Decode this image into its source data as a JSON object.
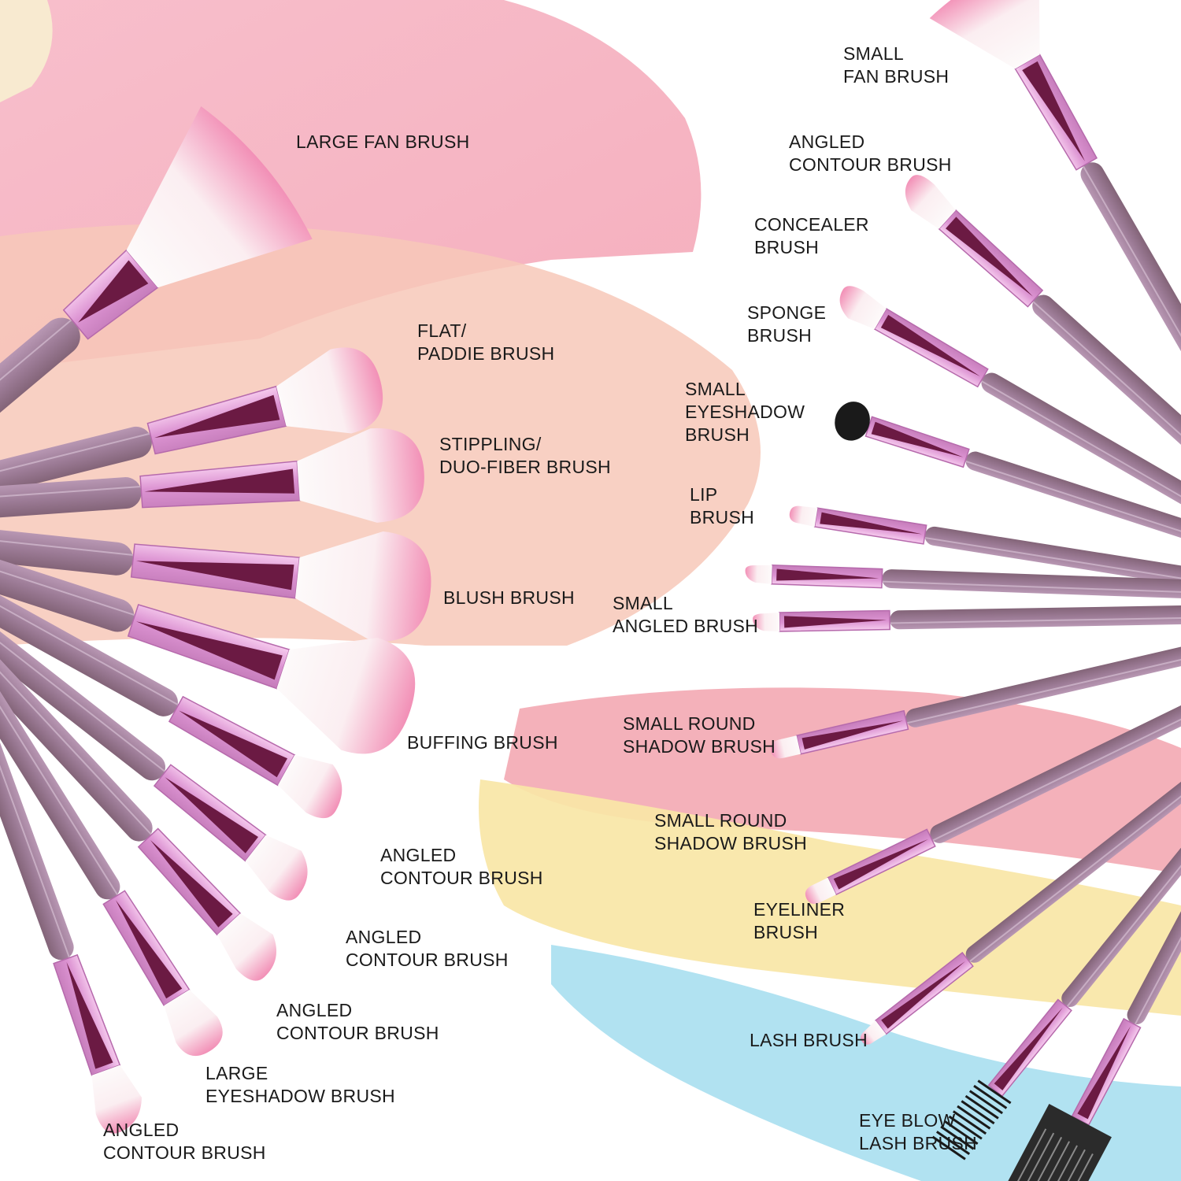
{
  "colors": {
    "background": "#ffffff",
    "handle": "#a07f9a",
    "ferrule": "#e4a6dc",
    "ferrule_dark": "#6b1a43",
    "bristle_white": "#fbf4f4",
    "bristle_pink": "#f28fb6",
    "sponge": "#1a1a1a",
    "label_text": "#1a1a1a",
    "swatch_pink": "#f6b4c2",
    "swatch_peach": "#f7c8b8",
    "swatch_yellow": "#f8e6a6",
    "swatch_blue": "#a9dff0"
  },
  "labels": {
    "large_fan": "LARGE FAN BRUSH",
    "flat_paddle": [
      "FLAT/",
      "PADDIE BRUSH"
    ],
    "stippling": [
      "STIPPLING/",
      "DUO-FIBER BRUSH"
    ],
    "blush": "BLUSH BRUSH",
    "buffing": "BUFFING BRUSH",
    "angled_contour_1": [
      "ANGLED",
      "CONTOUR BRUSH"
    ],
    "angled_contour_2": [
      "ANGLED",
      "CONTOUR BRUSH"
    ],
    "angled_contour_3": [
      "ANGLED",
      "CONTOUR BRUSH"
    ],
    "large_eyeshadow": [
      "LARGE",
      "EYESHADOW BRUSH"
    ],
    "angled_contour_4": [
      "ANGLED",
      "CONTOUR BRUSH"
    ],
    "small_fan": [
      "SMALL",
      "FAN BRUSH"
    ],
    "angled_contour_right": [
      "ANGLED",
      "CONTOUR BRUSH"
    ],
    "concealer": [
      "CONCEALER",
      "BRUSH"
    ],
    "sponge": [
      "SPONGE",
      "BRUSH"
    ],
    "small_eyeshadow": [
      "SMALL",
      "EYESHADOW",
      "BRUSH"
    ],
    "lip": [
      "LIP",
      "BRUSH"
    ],
    "small_angled": [
      "SMALL",
      "ANGLED BRUSH"
    ],
    "small_round_1": [
      "SMALL ROUND",
      "SHADOW BRUSH"
    ],
    "small_round_2": [
      "SMALL ROUND",
      "SHADOW BRUSH"
    ],
    "eyeliner": [
      "EYELINER",
      "BRUSH"
    ],
    "lash": "LASH BRUSH",
    "eye_blow_lash": [
      "EYE BLOW",
      "LASH BRUSH"
    ]
  }
}
